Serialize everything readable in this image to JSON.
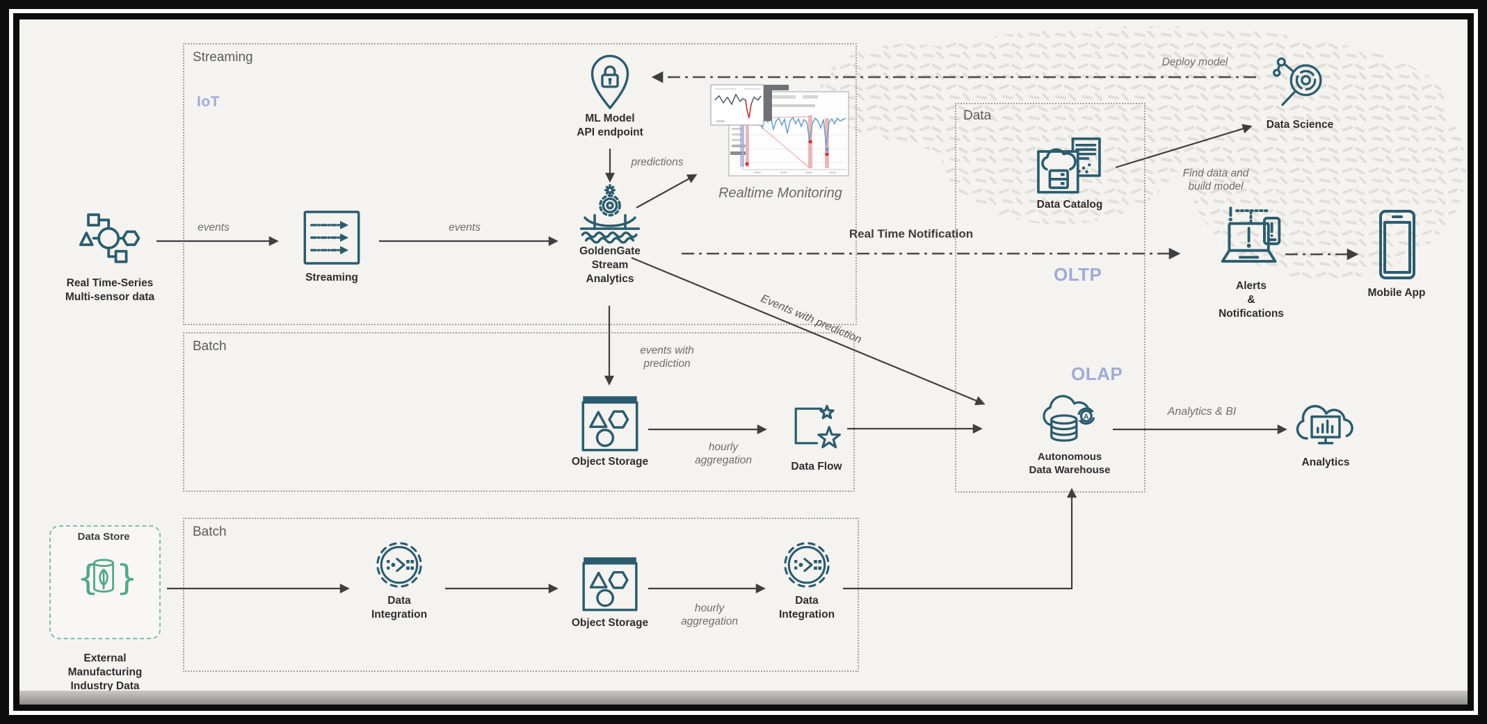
{
  "palette": {
    "background": "#f4f3f0",
    "frame": "#0d0d0d",
    "icon_stroke": "#2b5c6e",
    "arrow": "#3f3f3f",
    "label_text": "#2e2e2e",
    "annotation_text": "#6d6d6d",
    "section_label": "#5a5a5a",
    "accent_periwinkle": "#9fabd7",
    "box_border": "#a3a19c",
    "green_main": "#55a68c",
    "green_border": "#7fbfa4",
    "chart_blue": "#6d9dc8",
    "marker_red": "#cc3333"
  },
  "sections": {
    "streaming": {
      "title": "Streaming",
      "tag": "IoT"
    },
    "batch_mid": {
      "title": "Batch"
    },
    "batch_bottom": {
      "title": "Batch"
    },
    "data": {
      "title": "Data",
      "oltp": "OLTP",
      "olap": "OLAP"
    }
  },
  "nodes": {
    "sensor": {
      "label": "Real Time-Series\nMulti-sensor data"
    },
    "streaming": {
      "label": "Streaming"
    },
    "goldengate": {
      "label": "GoldenGate\nStream\nAnalytics"
    },
    "ml_model": {
      "label": "ML Model\nAPI endpoint"
    },
    "monitoring": {
      "label": "Realtime Monitoring"
    },
    "data_catalog": {
      "label": "Data Catalog"
    },
    "data_science": {
      "label": "Data Science"
    },
    "alerts": {
      "label": "Alerts\n&\nNotifications"
    },
    "mobile_app": {
      "label": "Mobile App"
    },
    "adw": {
      "label": "Autonomous\nData Warehouse"
    },
    "analytics": {
      "label": "Analytics"
    },
    "object_storage_mid": {
      "label": "Object Storage"
    },
    "data_flow": {
      "label": "Data Flow"
    },
    "data_integration_1": {
      "label": "Data\nIntegration"
    },
    "object_storage_bottom": {
      "label": "Object Storage"
    },
    "data_integration_2": {
      "label": "Data\nIntegration"
    },
    "data_store": {
      "title": "Data Store",
      "label": "External\nManufacturing\nIndustry Data"
    }
  },
  "edges": {
    "events_1": "events",
    "events_2": "events",
    "predictions": "predictions",
    "real_time_notification": "Real Time Notification",
    "deploy_model": "Deploy model",
    "find_data": "Find data and\nbuild model",
    "events_with_prediction_small": "events with\nprediction",
    "events_with_prediction_diagonal": "Events with prediction",
    "hourly_aggregation_mid": "hourly\naggregation",
    "hourly_aggregation_bottom": "hourly\naggregation",
    "analytics_bi": "Analytics & BI"
  }
}
